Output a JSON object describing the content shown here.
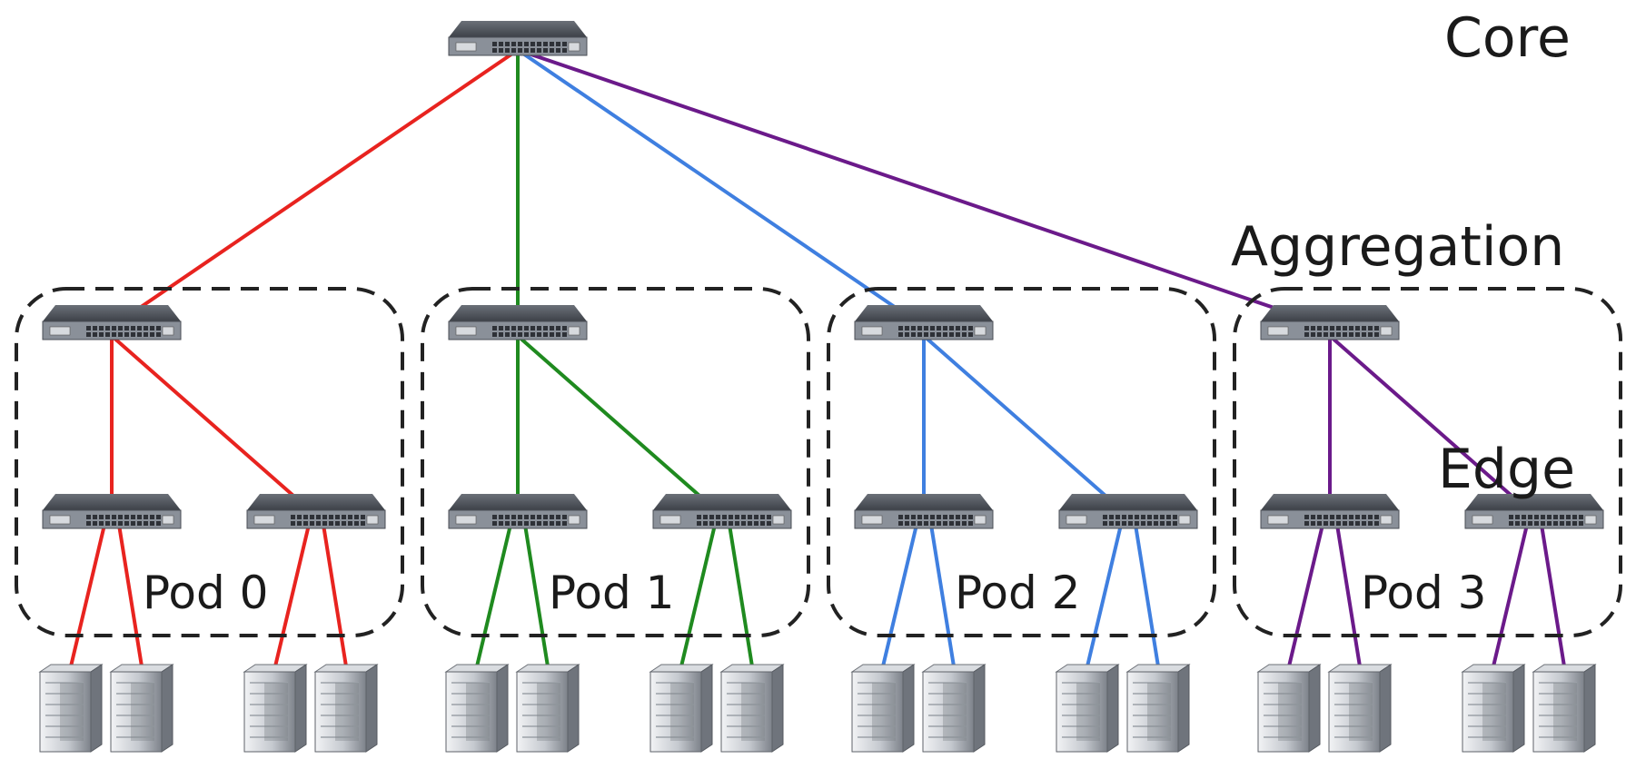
{
  "labels": {
    "core": "Core",
    "aggregation": "Aggregation",
    "edge": "Edge"
  },
  "pods": [
    {
      "label": "Pod 0",
      "color": "#e8231f"
    },
    {
      "label": "Pod 1",
      "color": "#1f8a1f"
    },
    {
      "label": "Pod 2",
      "color": "#3f7fe0"
    },
    {
      "label": "Pod 3",
      "color": "#6b1a8a"
    }
  ],
  "colors": {
    "switch_top": "#555a62",
    "switch_front": "#8a9099",
    "server_light": "#e4e6ea",
    "server_dark": "#8e939b",
    "pod_border": "#222222"
  },
  "icons": {
    "switch": "network-switch-icon",
    "server": "server-tower-icon"
  }
}
